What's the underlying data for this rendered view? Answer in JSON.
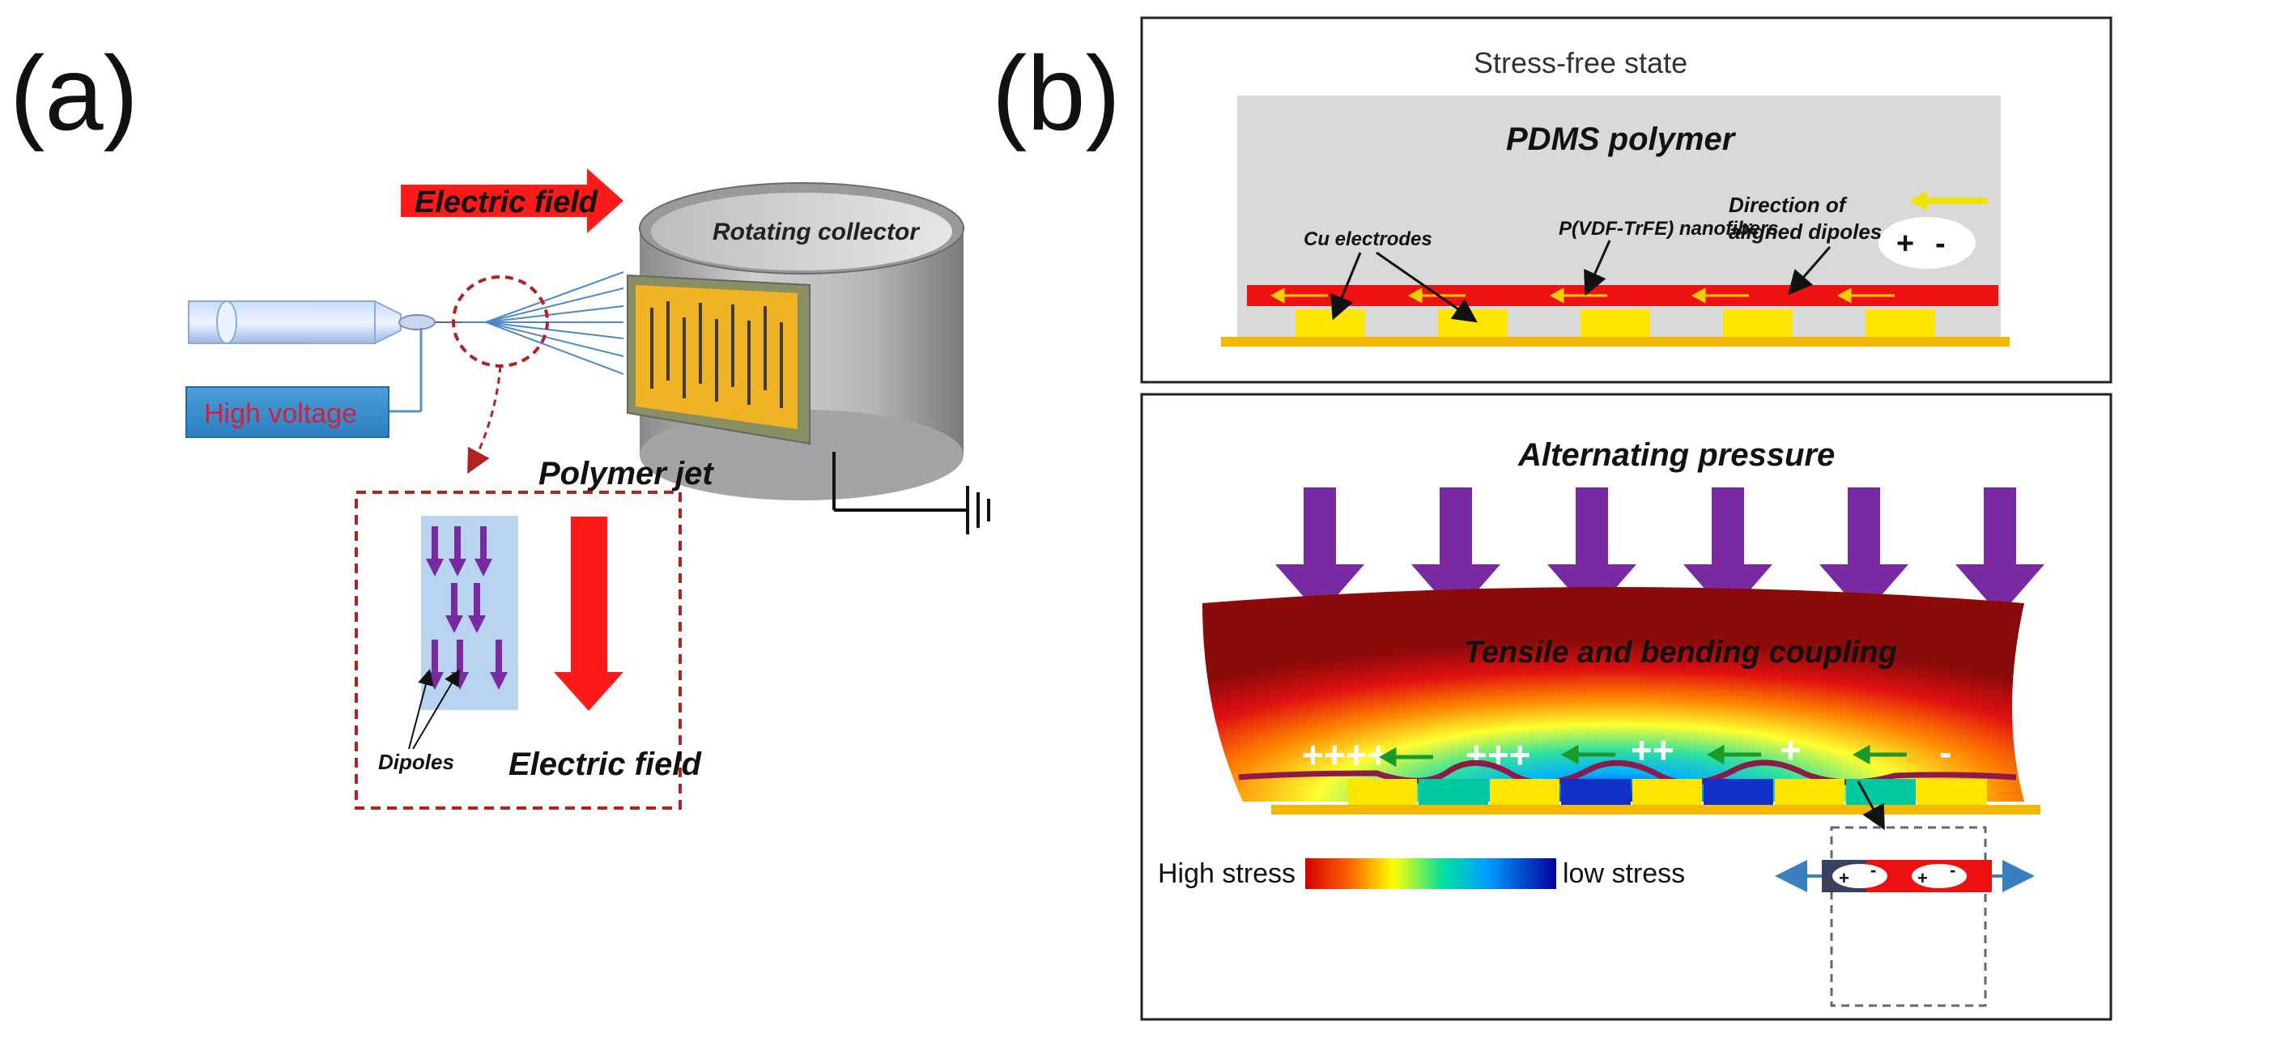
{
  "panel_a": {
    "label": "(a)",
    "electric_field_top": "Electric field",
    "rotating_collector": "Rotating collector",
    "high_voltage": "High voltage",
    "polymer_jet": "Polymer jet",
    "dipoles": "Dipoles",
    "electric_field_inset": "Electric field"
  },
  "panel_b": {
    "label": "(b)",
    "top": {
      "stress_free_state": "Stress-free state",
      "pdms_polymer": "PDMS polymer",
      "cu_electrodes": "Cu electrodes",
      "nanofibers": "P(VDF-TrFE) nanofibers",
      "direction_line1": "Direction of",
      "direction_line2": "aligned dipoles",
      "dipole_plus": "+",
      "dipole_minus": "-"
    },
    "bottom": {
      "alternating_pressure": "Alternating pressure",
      "coupling": "Tensile and bending coupling",
      "charges": [
        "++++",
        "+++",
        "++",
        "+",
        "-"
      ],
      "high_stress": "High stress",
      "low_stress": "low stress",
      "mini_plus": "+",
      "mini_minus": "-"
    }
  },
  "colors": {
    "field_arrow": "#ff1a1a",
    "dipole_arrow": "#7a2aa0",
    "pdms_gray": "#d9d9d9",
    "electrode_yellow": "#ffd700",
    "fiber_red": "#ee1111",
    "stress_dark": "#8b0a0a"
  }
}
